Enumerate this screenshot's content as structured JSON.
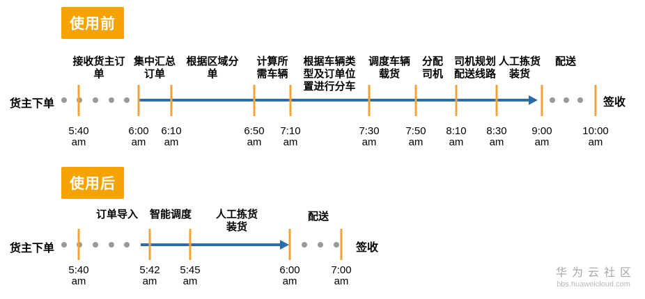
{
  "colors": {
    "badge_orange": "#F5A300",
    "tick_orange": "#F2A338",
    "line_blue": "#2B6CA9",
    "dot_gray": "#999999"
  },
  "before": {
    "badge": "使用前",
    "start_label": "货主下单",
    "end_label": "签收",
    "phases": [
      {
        "label": "接收货主订\n单"
      },
      {
        "label": "集中汇总\n订单"
      },
      {
        "label": "根据区域分\n单"
      },
      {
        "label": "计算所\n需车辆"
      },
      {
        "label": "根据车辆类\n型及订单位\n置进行分车"
      },
      {
        "label": "调度车辆\n载货"
      },
      {
        "label": "分配\n司机"
      },
      {
        "label": "司机规划\n配送线路"
      },
      {
        "label": "人工拣货\n装货"
      },
      {
        "label": "配送"
      }
    ],
    "ticks": [
      {
        "time": "5:40\nam"
      },
      {
        "time": "6:00\nam"
      },
      {
        "time": "6:10\nam"
      },
      {
        "time": "6:50\nam"
      },
      {
        "time": "7:10\nam"
      },
      {
        "time": "7:30\nam"
      },
      {
        "time": "7:50\nam"
      },
      {
        "time": "8:10\nam"
      },
      {
        "time": "8:30\nam"
      },
      {
        "time": "9:00\nam"
      },
      {
        "time": "10:00\nam"
      }
    ]
  },
  "after": {
    "badge": "使用后",
    "start_label": "货主下单",
    "end_label": "签收",
    "phases": [
      {
        "label": "订单导入"
      },
      {
        "label": "智能调度"
      },
      {
        "label": "人工拣货\n装货"
      },
      {
        "label": "配送"
      }
    ],
    "ticks": [
      {
        "time": "5:40\nam"
      },
      {
        "time": "5:42\nam"
      },
      {
        "time": "5:45\nam"
      },
      {
        "time": "6:00\nam"
      },
      {
        "time": "7:00\nam"
      }
    ]
  },
  "watermark": {
    "title": "华为云社区",
    "url": "bbs.huaweicloud.com"
  }
}
